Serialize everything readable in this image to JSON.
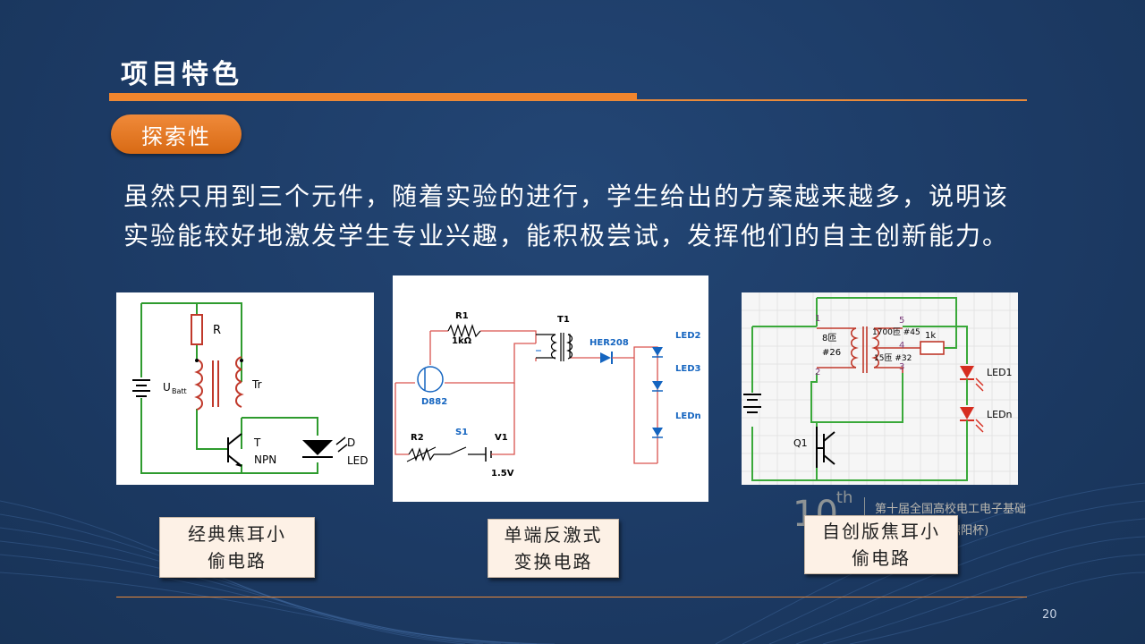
{
  "slide": {
    "title": "项目特色",
    "tag": "探索性",
    "body": "虽然只用到三个元件，随着实验的进行，学生给出的方案越来越多，说明该实验能较好地激发学生专业兴趣，能积极尝试，发挥他们的自主创新能力。",
    "page_number": "20"
  },
  "figures": {
    "fig1": {
      "caption": "经典焦耳小偷电路",
      "labels": {
        "r": "R",
        "ubatt": "U",
        "ubatt_sub": "Batt",
        "tr": "Tr",
        "t": "T",
        "npn": "NPN",
        "d": "D",
        "led": "LED"
      }
    },
    "fig2": {
      "caption": "单端反激式变换电路",
      "labels": {
        "r1": "R1",
        "r1v": "1kΩ",
        "t1": "T1",
        "her": "HER208",
        "led2": "LED2",
        "led3": "LED3",
        "ledn": "LEDn",
        "d882": "D882",
        "r2": "R2",
        "s1": "S1",
        "v1": "V1",
        "v1v": "1.5V"
      }
    },
    "fig3": {
      "caption": "自创版焦耳小偷电路",
      "labels": {
        "n1": "1",
        "n2": "2",
        "n3": "3",
        "n4": "4",
        "n5": "5",
        "w8": "8匝",
        "w26": "#26",
        "w1700": "1700匝 #45",
        "w15": "15匝 #32",
        "r1k": "1k",
        "led1": "LED1",
        "ledn": "LEDn",
        "q1": "Q1"
      }
    }
  },
  "watermark": {
    "tenth": "10",
    "th": "th",
    "line1": "第十届全国高校电工电子基础",
    "line2": "案例设计竞赛(鼎阳杯)"
  },
  "colors": {
    "background": "#1d3b66",
    "accent": "#f0852d",
    "wire_red": "#d9534f",
    "wire_green": "#3aa93a",
    "diode_blue": "#1565c0"
  }
}
